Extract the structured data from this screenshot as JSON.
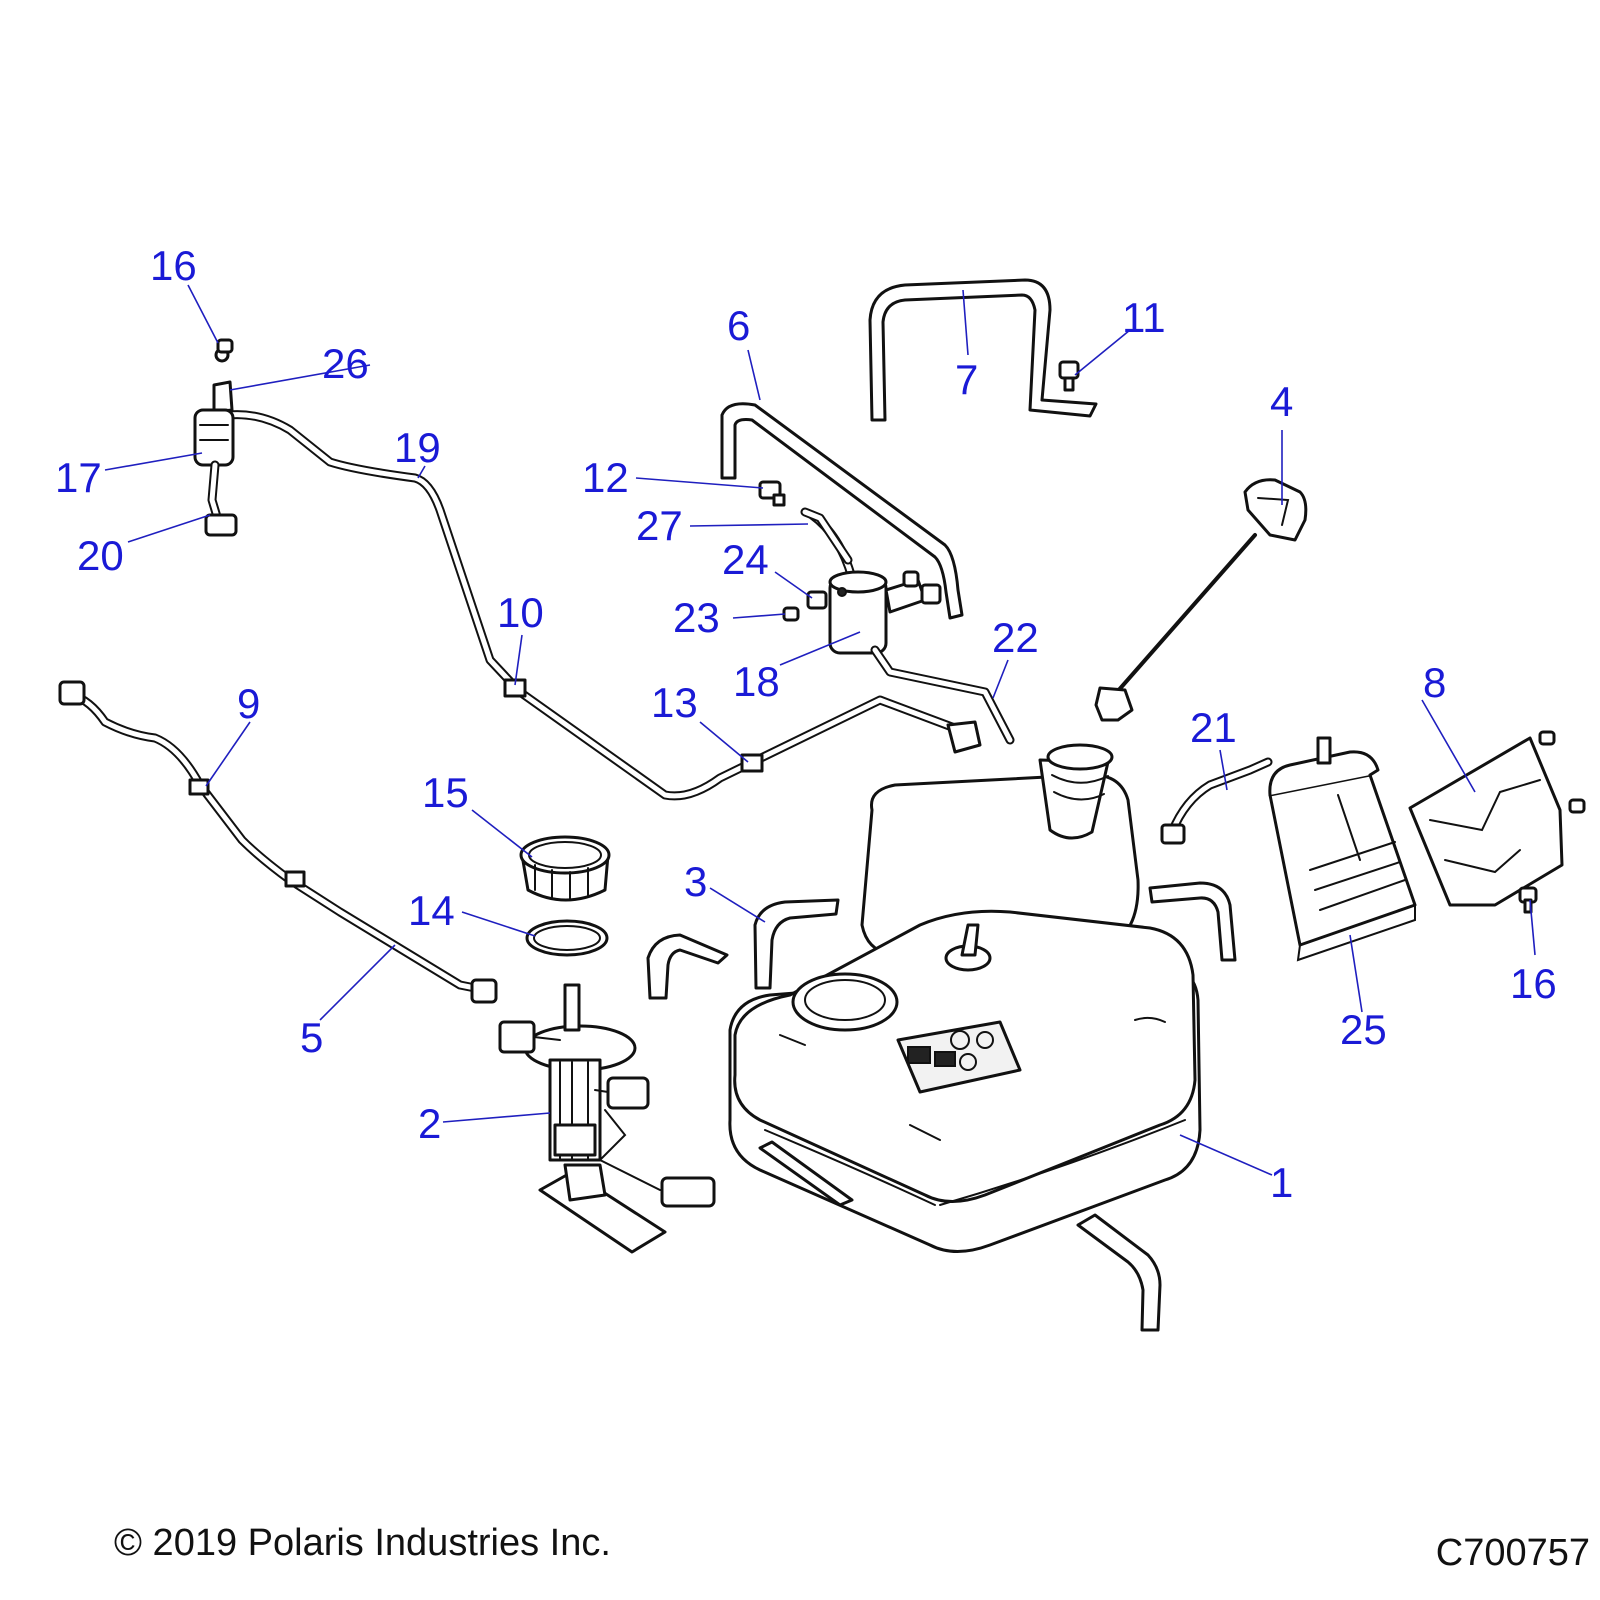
{
  "diagram": {
    "callouts": [
      "1",
      "2",
      "3",
      "4",
      "5",
      "6",
      "7",
      "8",
      "9",
      "10",
      "11",
      "12",
      "13",
      "14",
      "15",
      "16",
      "16",
      "17",
      "18",
      "19",
      "20",
      "21",
      "22",
      "23",
      "24",
      "25",
      "26",
      "27"
    ]
  },
  "footer": {
    "copyright": "© 2019 Polaris Industries Inc.",
    "drawing_id": "C700757"
  },
  "colors": {
    "callout": "#1a1ad6",
    "leader": "#1f1fbf",
    "line_art": "#111111",
    "background": "#ffffff"
  }
}
